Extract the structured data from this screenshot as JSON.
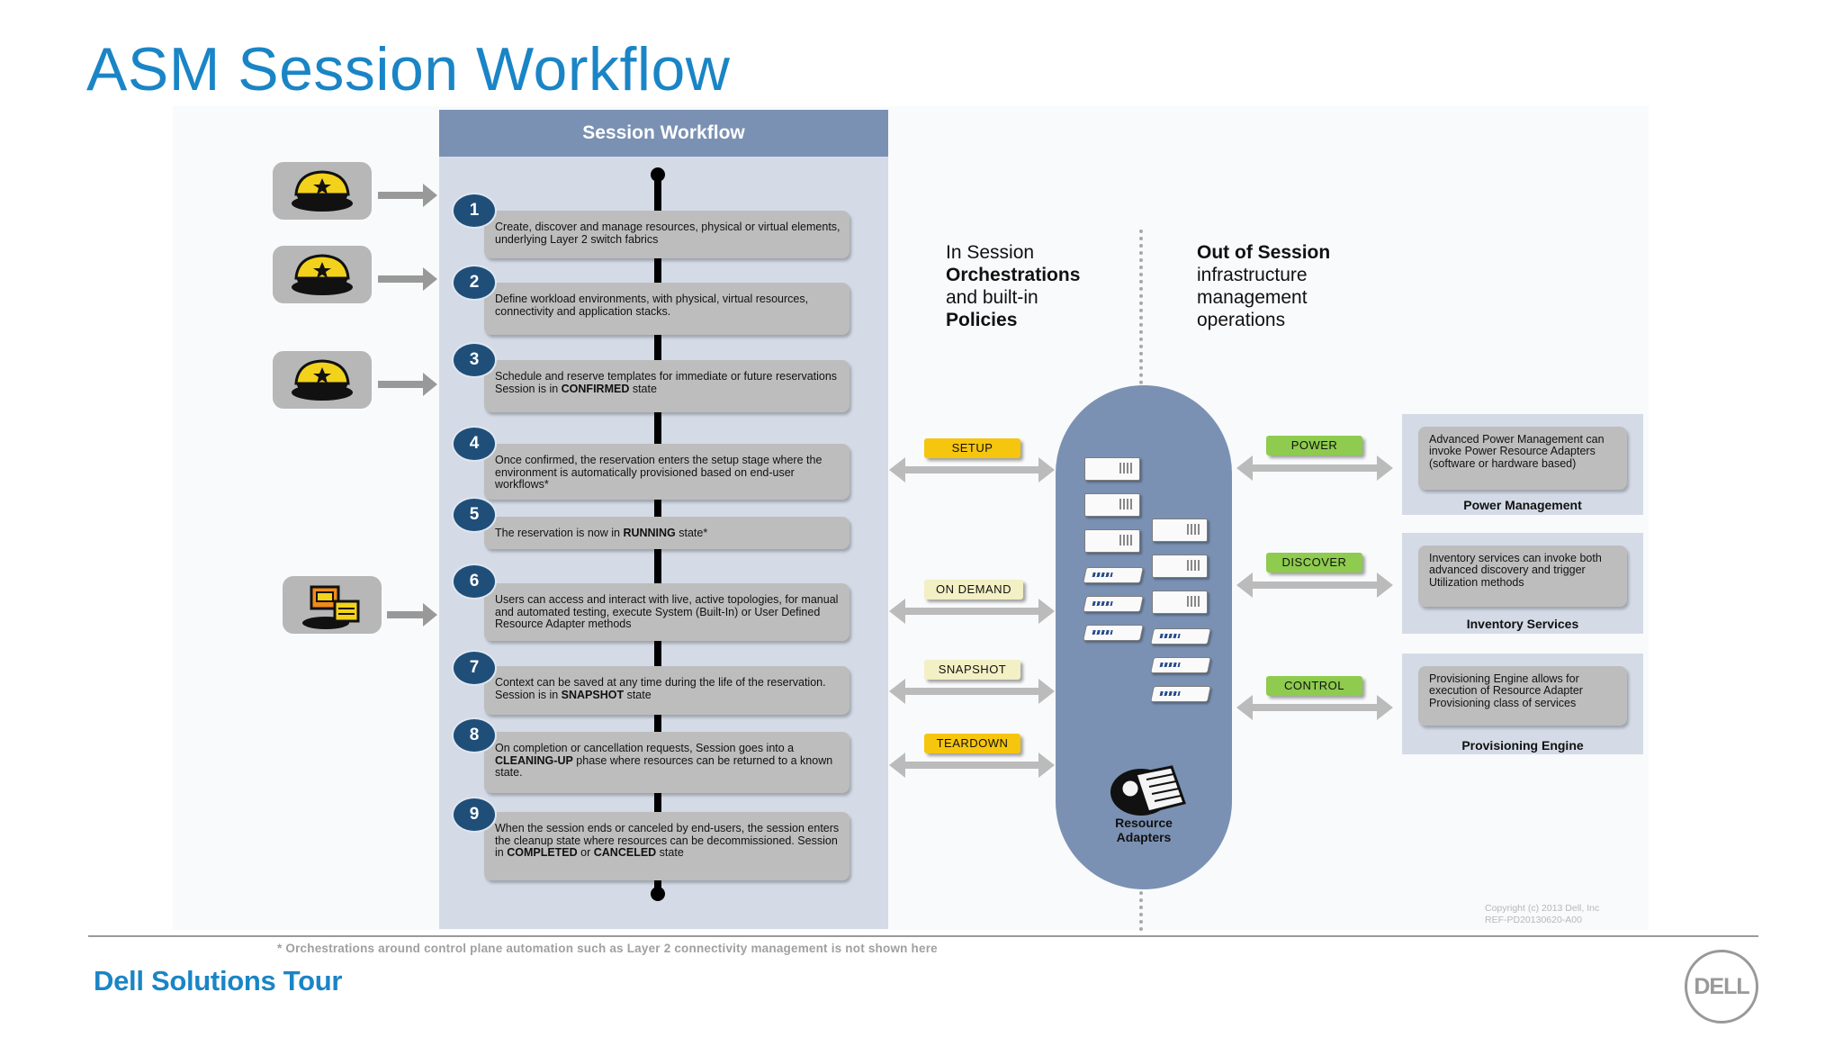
{
  "title": "ASM Session Workflow",
  "workflow": {
    "header": "Session Workflow",
    "steps": [
      {
        "num": "1",
        "parts": [
          "Create, discover and manage resources, physical or virtual elements, underlying Layer 2 switch fabrics"
        ]
      },
      {
        "num": "2",
        "parts": [
          "Define workload environments, with physical, virtual resources, connectivity and application stacks."
        ]
      },
      {
        "num": "3",
        "parts": [
          "Schedule and reserve templates for immediate or future reservations Session is in ",
          "CONFIRMED",
          " state"
        ]
      },
      {
        "num": "4",
        "parts": [
          "Once confirmed, the reservation enters the setup stage where the environment is automatically provisioned based on end-user workflows*"
        ]
      },
      {
        "num": "5",
        "parts": [
          "The reservation is now in ",
          "RUNNING",
          "  state*"
        ]
      },
      {
        "num": "6",
        "parts": [
          "Users can access and interact with live, active topologies, for manual and automated testing, execute System (Built-In) or User Defined Resource Adapter methods"
        ]
      },
      {
        "num": "7",
        "parts": [
          "Context can be saved at any time during the life of the reservation. Session is in ",
          "SNAPSHOT",
          " state"
        ]
      },
      {
        "num": "8",
        "parts": [
          "On completion or cancellation requests, Session goes into a ",
          "CLEANING-UP",
          " phase where resources can be returned to a known state."
        ]
      },
      {
        "num": "9",
        "parts": [
          "When the session ends or canceled by end-users, the session enters the cleanup state where resources can be decommissioned. Session in ",
          "COMPLETED",
          " or ",
          "CANCELED",
          " state"
        ]
      }
    ]
  },
  "actors": [
    {
      "icon": "police-hat-icon"
    },
    {
      "icon": "police-hat-icon"
    },
    {
      "icon": "police-hat-icon"
    },
    {
      "icon": "user-with-packages-icon"
    }
  ],
  "in_session": {
    "l1": "In Session",
    "l2": "Orchestrations",
    "l3": "and built-in",
    "l4": "Policies"
  },
  "out_session": {
    "l1": "Out of Session",
    "l2": "infrastructure",
    "l3": "management",
    "l4": "operations"
  },
  "stage_badges": [
    {
      "label": "SETUP",
      "color": "#f6c50e"
    },
    {
      "label": "ON DEMAND",
      "color": "#f2f0c4"
    },
    {
      "label": "SNAPSHOT",
      "color": "#f2f0c4"
    },
    {
      "label": "TEARDOWN",
      "color": "#f6c50e"
    }
  ],
  "resource_adapters": {
    "label_line1": "Resource",
    "label_line2": "Adapters",
    "icon": "resource-adapter-icon"
  },
  "services": [
    {
      "badge": "POWER",
      "text": "Advanced Power Management can invoke Power Resource Adapters (software or hardware based)",
      "label": "Power Management"
    },
    {
      "badge": "DISCOVER",
      "text": "Inventory services can invoke both advanced discovery  and trigger Utilization methods",
      "label": "Inventory Services"
    },
    {
      "badge": "CONTROL",
      "text": "Provisioning Engine allows for execution of  Resource Adapter Provisioning class of services",
      "label": "Provisioning Engine"
    }
  ],
  "copyright": {
    "line1": "Copyright (c) 2013 Dell, Inc",
    "line2": "REF-PD20130620-A00"
  },
  "footnote": "* Orchestrations around control plane automation such as Layer 2 connectivity management is not shown  here",
  "footer": {
    "brand": "Dell Solutions Tour",
    "logo": "DELL"
  },
  "colors": {
    "title_blue": "#1a85c6",
    "panel": "#d4dbe7",
    "header": "#7a91b3",
    "step_num": "#1f4e79",
    "orange_badge": "#f6c50e",
    "green_badge": "#8ecb4e"
  }
}
